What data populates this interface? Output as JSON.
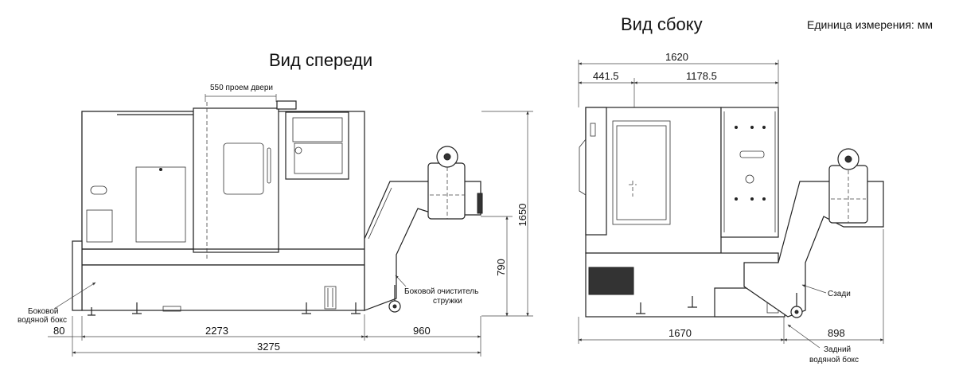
{
  "front_view": {
    "title": "Вид спереди",
    "door_label": "550 проем двери",
    "side_water_box_line1": "Боковой",
    "side_water_box_line2": "водяной бокс",
    "chip_cleaner_line1": "Боковой очиститель",
    "chip_cleaner_line2": "стружки",
    "dim_80": "80",
    "dim_2273": "2273",
    "dim_960": "960",
    "dim_3275": "3275",
    "dim_790": "790",
    "dim_1650": "1650"
  },
  "side_view": {
    "title": "Вид сбоку",
    "unit": "Единица измерения: мм",
    "dim_1620": "1620",
    "dim_441_5": "441.5",
    "dim_1178_5": "1178.5",
    "dim_1670": "1670",
    "dim_898": "898",
    "rear_label": "Сзади",
    "rear_water_box_line1": "Задний",
    "rear_water_box_line2": "водяной бокс"
  }
}
